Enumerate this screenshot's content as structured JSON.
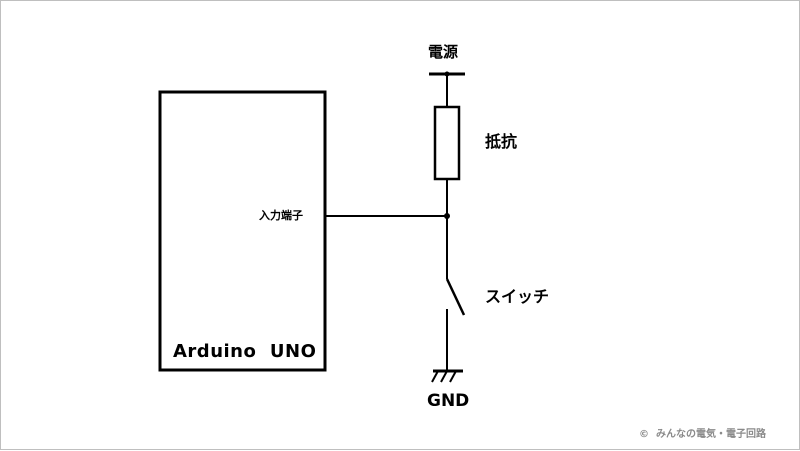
{
  "diagram": {
    "power_label": "電源",
    "resistor_label": "抵抗",
    "input_pin_label": "入力端子",
    "switch_label": "スイッチ",
    "board_label": "Arduino  UNO",
    "ground_label": "GND",
    "copyright": "©  みんなの電気・電子回路"
  },
  "colors": {
    "line": "#000000",
    "background": "#ffffff",
    "copyright_text": "#8a8a8a"
  }
}
